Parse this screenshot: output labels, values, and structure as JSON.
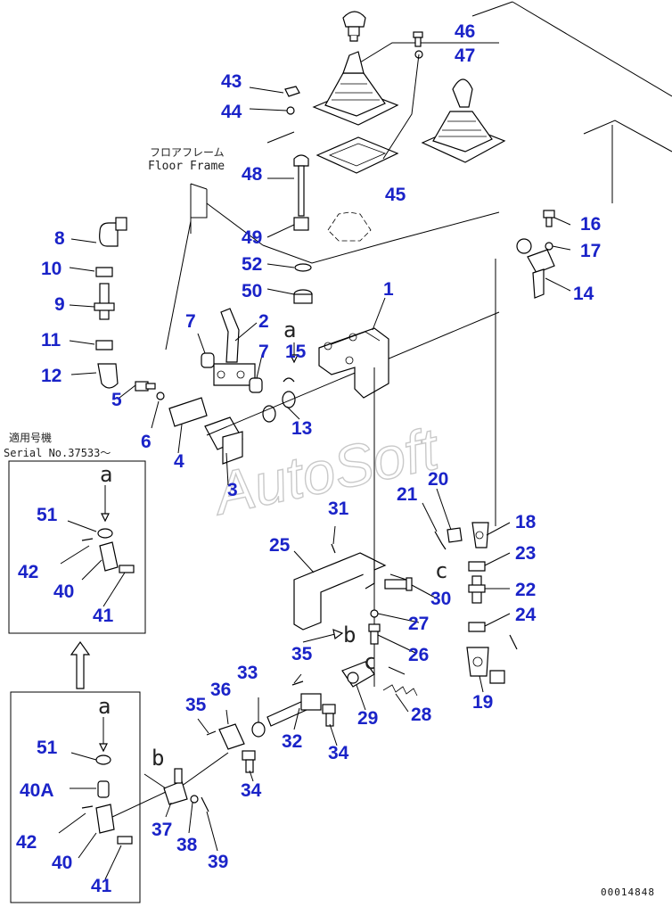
{
  "floor_frame": {
    "jp": "フロアフレーム",
    "en": "Floor Frame"
  },
  "serial": {
    "jp": "適用号機",
    "en": "Serial No.37533～"
  },
  "watermark": "AutoSoft",
  "doc_number": "00014848",
  "ref_a": "a",
  "ref_b": "b",
  "ref_c": "c",
  "callouts": {
    "p1": "1",
    "p2": "2",
    "p3": "3",
    "p4": "4",
    "p5": "5",
    "p6": "6",
    "p7a": "7",
    "p7b": "7",
    "p8": "8",
    "p9": "9",
    "p10": "10",
    "p11": "11",
    "p12": "12",
    "p13": "13",
    "p14": "14",
    "p15": "15",
    "p16": "16",
    "p17": "17",
    "p18": "18",
    "p19": "19",
    "p20": "20",
    "p21": "21",
    "p22": "22",
    "p23": "23",
    "p24": "24",
    "p25": "25",
    "p26": "26",
    "p27": "27",
    "p28": "28",
    "p29": "29",
    "p30": "30",
    "p31": "31",
    "p32": "32",
    "p33": "33",
    "p34a": "34",
    "p34b": "34",
    "p35a": "35",
    "p35b": "35",
    "p36": "36",
    "p37": "37",
    "p38": "38",
    "p39": "39",
    "p40a": "40",
    "p40b": "40",
    "p40A": "40A",
    "p41a": "41",
    "p41b": "41",
    "p42a": "42",
    "p42b": "42",
    "p43": "43",
    "p44": "44",
    "p45": "45",
    "p46": "46",
    "p47": "47",
    "p48": "48",
    "p49": "49",
    "p50": "50",
    "p51a": "51",
    "p51b": "51",
    "p52": "52"
  }
}
